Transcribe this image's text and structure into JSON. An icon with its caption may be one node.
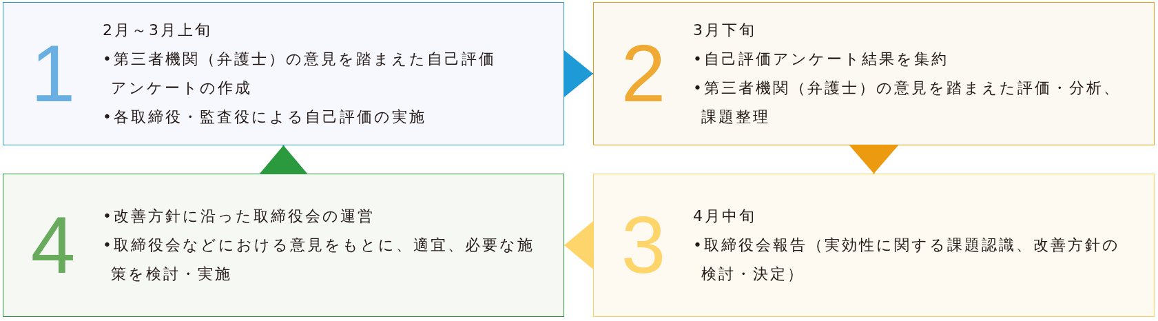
{
  "diagram": {
    "nodes": [
      {
        "text": [
          "1",
          "2月～3月上旬",
          "•第三者機関（弁護士）の意見を踏まえた自己評価アンケートの作成",
          "•各取締役・監査役による自己評価の実施"
        ]
      },
      {
        "text": [
          "2",
          "3月下旬",
          "•自己評価アンケート結果を集約",
          "•第三者機関（弁護士）の意見を踏まえた評価・分析、課題整理"
        ]
      },
      {
        "text": [
          "3",
          "4月中旬",
          "•取締役会報告（実効性に関する課題認識、改善方針の検討・決定）"
        ]
      },
      {
        "text": [
          "4",
          "•改善方針に沿った取締役会の運営",
          "•取締役会などにおける意見をもとに、適宜、必要な施策を検討・実施"
        ]
      }
    ],
    "edges": [
      {
        "from": 0,
        "to": 1,
        "arrow": "to",
        "color": "#1e9ad6"
      },
      {
        "from": 1,
        "to": 2,
        "arrow": "to",
        "color": "#ec9a10"
      },
      {
        "from": 2,
        "to": 3,
        "arrow": "to",
        "color": "#fdd56a"
      },
      {
        "from": 3,
        "to": 0,
        "arrow": "to",
        "color": "#2b9a3f"
      }
    ]
  }
}
